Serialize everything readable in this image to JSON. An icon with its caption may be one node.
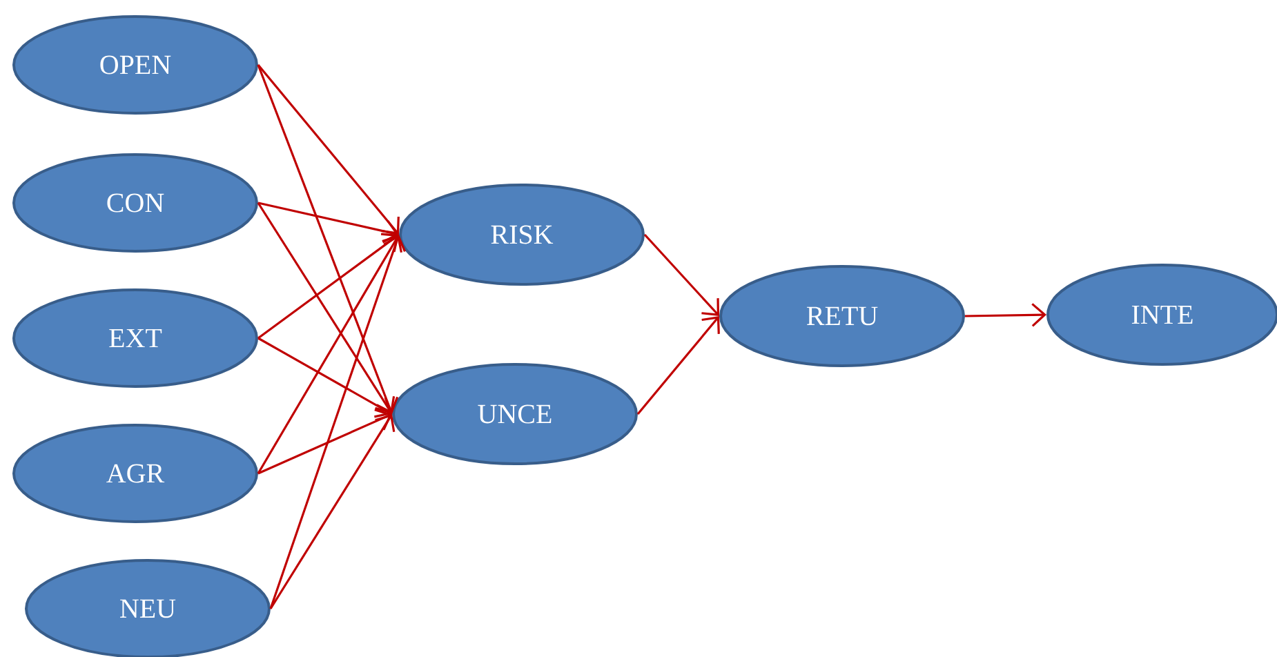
{
  "diagram": {
    "nodes": [
      {
        "text": [
          "OPEN"
        ]
      },
      {
        "text": [
          "CON"
        ]
      },
      {
        "text": [
          "EXT"
        ]
      },
      {
        "text": [
          "AGR"
        ]
      },
      {
        "text": [
          "NEU"
        ]
      },
      {
        "text": [
          "RISK"
        ]
      },
      {
        "text": [
          "UNCE"
        ]
      },
      {
        "text": [
          "RETU"
        ]
      },
      {
        "text": [
          "INTE"
        ]
      }
    ],
    "edges": [
      {
        "from": 0,
        "to": 5,
        "arrow": "to"
      },
      {
        "from": 0,
        "to": 6,
        "arrow": "to"
      },
      {
        "from": 1,
        "to": 5,
        "arrow": "to"
      },
      {
        "from": 1,
        "to": 6,
        "arrow": "to"
      },
      {
        "from": 2,
        "to": 5,
        "arrow": "to"
      },
      {
        "from": 2,
        "to": 6,
        "arrow": "to"
      },
      {
        "from": 3,
        "to": 5,
        "arrow": "to"
      },
      {
        "from": 3,
        "to": 6,
        "arrow": "to"
      },
      {
        "from": 4,
        "to": 5,
        "arrow": "to"
      },
      {
        "from": 4,
        "to": 6,
        "arrow": "to"
      },
      {
        "from": 5,
        "to": 7,
        "arrow": "to"
      },
      {
        "from": 6,
        "to": 7,
        "arrow": "to"
      },
      {
        "from": 7,
        "to": 8,
        "arrow": "to"
      }
    ]
  }
}
